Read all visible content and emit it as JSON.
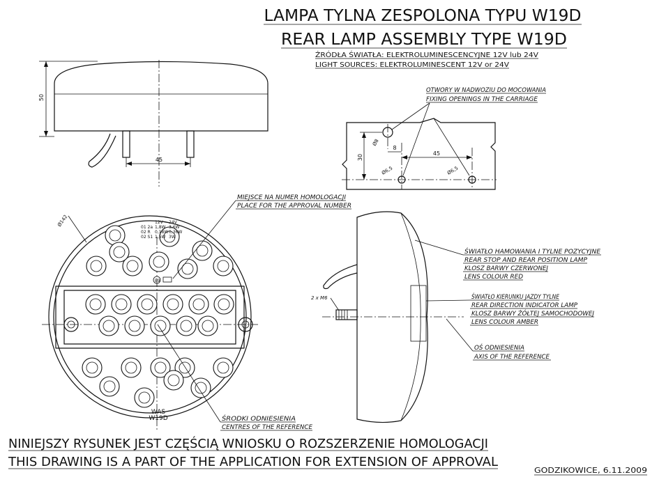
{
  "title": {
    "pl": "LAMPA TYLNA ZESPOLONA TYPU W19D",
    "en": "REAR LAMP ASSEMBLY TYPE W19D",
    "sources_pl": "ŹRÓDŁA ŚWIATŁA: ELEKTROLUMINESCENCYJNE 12V lub 24V",
    "sources_en": "LIGHT SOURCES: ELEKTROLUMINESCENT 12V or 24V"
  },
  "side_view": {
    "height_label": "50",
    "pin_spacing_label": "45"
  },
  "mounting": {
    "label_pl": "OTWORY W NADWOZIU DO MOCOWANIA",
    "label_en": "FIXING OPENINGS IN THE CARRIAGE",
    "d_big": "Ø8",
    "off_8": "8",
    "spacing_45": "45",
    "height_30": "30",
    "d_small_1": "Ø6,5",
    "d_small_2": "Ø6,5"
  },
  "front_view": {
    "diameter": "Ø142",
    "homologation_pl": "MIEJSCE NA NUMER HOMOLOGACJI",
    "homologation_en": "PLACE FOR THE APPROVAL NUMBER",
    "spec_header": [
      "12V",
      "24V"
    ],
    "spec_rows": [
      {
        "code": "01 2a",
        "v12": "1,8W",
        "v24": "3,6W"
      },
      {
        "code": "02 R",
        "v12": "0,18W",
        "v24": "0,36W"
      },
      {
        "code": "02 S1",
        "v12": "1,5W",
        "v24": "3W"
      }
    ],
    "mark": "E9",
    "brand": "WAS",
    "model": "W19D",
    "centres_pl": "ŚRODKI ODNIESIENIA",
    "centres_en": "CENTRES OF THE REFERENCE"
  },
  "profile_view": {
    "bolt_label": "2 x M6",
    "stop_pl": "ŚWIATŁO  HAMOWANIA I TYLNE POZYCYJNE",
    "stop_en": "REAR STOP AND REAR POSITION LAMP",
    "stop_lens_pl": "KLOSZ BARWY CZERWONEJ",
    "stop_lens_en": "LENS COLOUR RED",
    "dir_pl": "ŚWIATŁO KIERUNKU JAZDY TYLNE",
    "dir_en": "REAR DIRECTION INDICATOR LAMP",
    "dir_lens_pl": "KLOSZ BARWY ŻÓŁTEJ SAMOCHODOWEJ",
    "dir_lens_en": "LENS COLOUR AMBER",
    "axis_pl": "OŚ ODNIESIENIA",
    "axis_en": "AXIS OF THE REFERENCE"
  },
  "footer": {
    "pl": "NINIEJSZY RYSUNEK JEST CZĘŚCIĄ WNIOSKU O ROZSZERZENIE HOMOLOGACJI",
    "en": "THIS DRAWING IS A PART OF THE APPLICATION FOR EXTENSION OF APPROVAL",
    "place_date": "GODZIKOWICE, 6.11.2009"
  }
}
